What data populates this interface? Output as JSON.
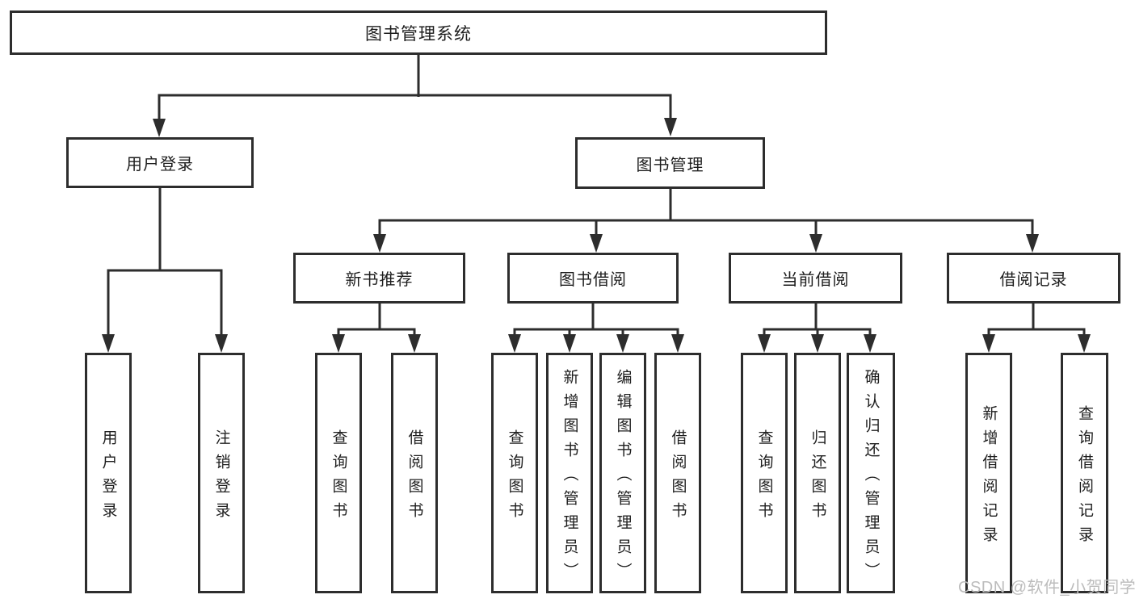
{
  "diagram": {
    "root": {
      "label": "图书管理系统"
    },
    "level2": [
      {
        "label": "用户登录"
      },
      {
        "label": "图书管理"
      }
    ],
    "level3": [
      {
        "label": "新书推荐"
      },
      {
        "label": "图书借阅"
      },
      {
        "label": "当前借阅"
      },
      {
        "label": "借阅记录"
      }
    ],
    "leaves": [
      {
        "label": "用户登录"
      },
      {
        "label": "注销登录"
      },
      {
        "label": "查询图书"
      },
      {
        "label": "借阅图书"
      },
      {
        "label": "查询图书"
      },
      {
        "label": "新增图书（管理员）"
      },
      {
        "label": "编辑图书（管理员）"
      },
      {
        "label": "借阅图书"
      },
      {
        "label": "查询图书"
      },
      {
        "label": "归还图书"
      },
      {
        "label": "确认归还（管理员）"
      },
      {
        "label": "新增借阅记录"
      },
      {
        "label": "查询借阅记录"
      }
    ]
  },
  "watermark": {
    "text": "CSDN @软件_小贺同学"
  },
  "colors": {
    "line": "#2d2d2d",
    "box_border": "#2d2d2d",
    "background": "#ffffff",
    "text": "#1e1e1e",
    "watermark": "#bcbcbc"
  }
}
